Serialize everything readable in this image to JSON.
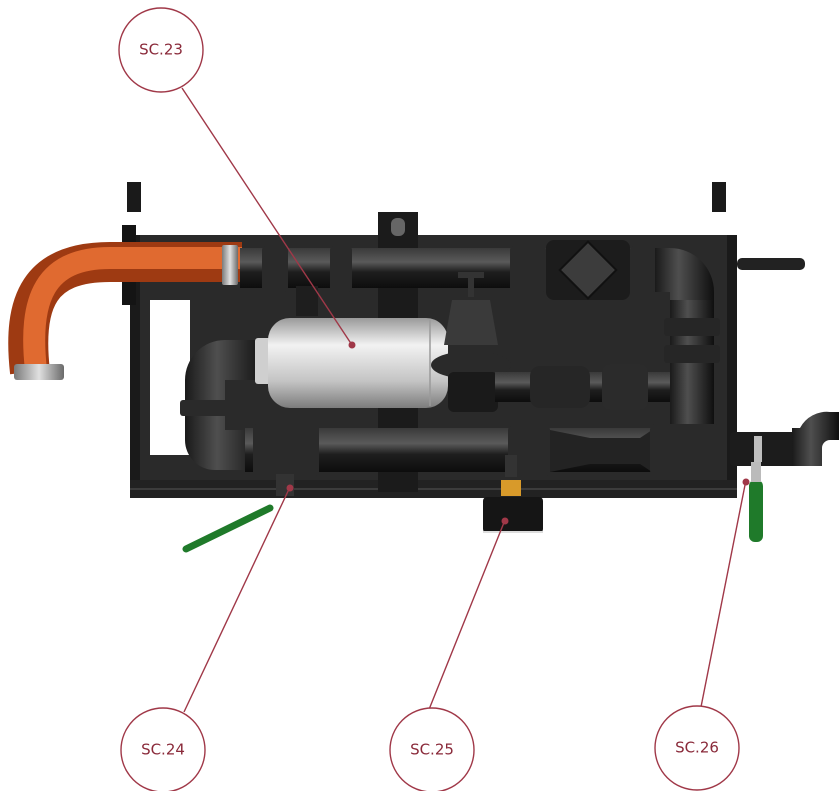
{
  "callouts": [
    {
      "id": "c23",
      "label": "SC.23"
    },
    {
      "id": "c24",
      "label": "SC.24"
    },
    {
      "id": "c25",
      "label": "SC.25"
    },
    {
      "id": "c26",
      "label": "SC.26"
    }
  ],
  "colors": {
    "callout": "#a03848",
    "frame": "#2c2c2c",
    "pipe": "#1f1f1f",
    "hose": "#d2521f",
    "tank": "#c8c8c8",
    "valve_handle": "#1f7a2a",
    "brass": "#d89a2a"
  }
}
